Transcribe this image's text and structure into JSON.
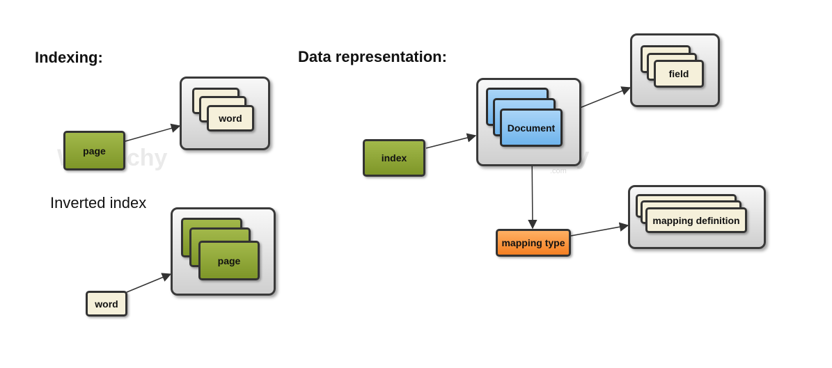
{
  "headings": {
    "indexing": "Indexing:",
    "inverted_index": "Inverted index",
    "data_representation": "Data representation:"
  },
  "nodes": {
    "page": "page",
    "word": "word",
    "page_stack": "page",
    "word_bottom": "word",
    "index": "index",
    "document": "Document",
    "field": "field",
    "mapping_type": "mapping type",
    "mapping_definition": "mapping definition"
  },
  "watermark": {
    "brand": "Wikitechy",
    "suffix": ".com"
  },
  "colors": {
    "green_node": "#8fa737",
    "cream_node": "#f5f0da",
    "blue_node": "#6fb4ec",
    "orange_node": "#f47f22",
    "container": "#d9d9d9",
    "edge": "#333333"
  }
}
